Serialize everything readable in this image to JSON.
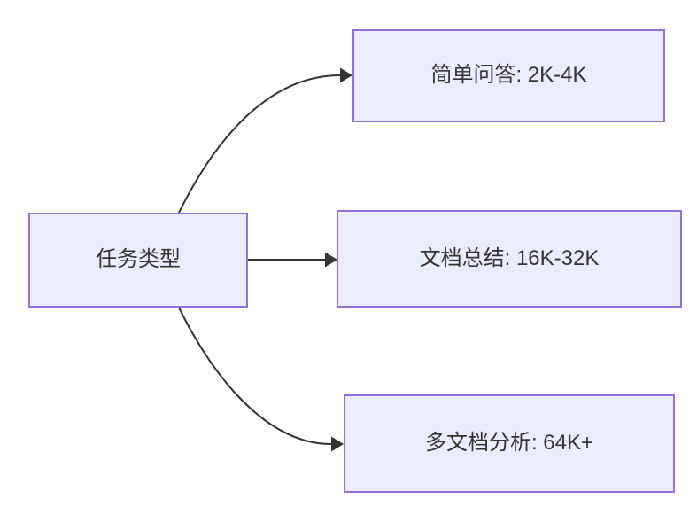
{
  "diagram": {
    "type": "flowchart",
    "direction": "left-to-right",
    "root": {
      "id": "task-type",
      "label": "任务类型"
    },
    "children": [
      {
        "id": "simple-qa",
        "label": "简单问答: 2K-4K"
      },
      {
        "id": "doc-summary",
        "label": "文档总结: 16K-32K"
      },
      {
        "id": "multi-doc",
        "label": "多文档分析: 64K+"
      }
    ],
    "edges": [
      {
        "from": "task-type",
        "to": "simple-qa"
      },
      {
        "from": "task-type",
        "to": "doc-summary"
      },
      {
        "from": "task-type",
        "to": "multi-doc"
      }
    ],
    "colors": {
      "node_fill": "#ECECFF",
      "node_border": "#9370DB",
      "edge_stroke": "#333333",
      "text": "#333333",
      "background": "#FFFFFF"
    }
  }
}
